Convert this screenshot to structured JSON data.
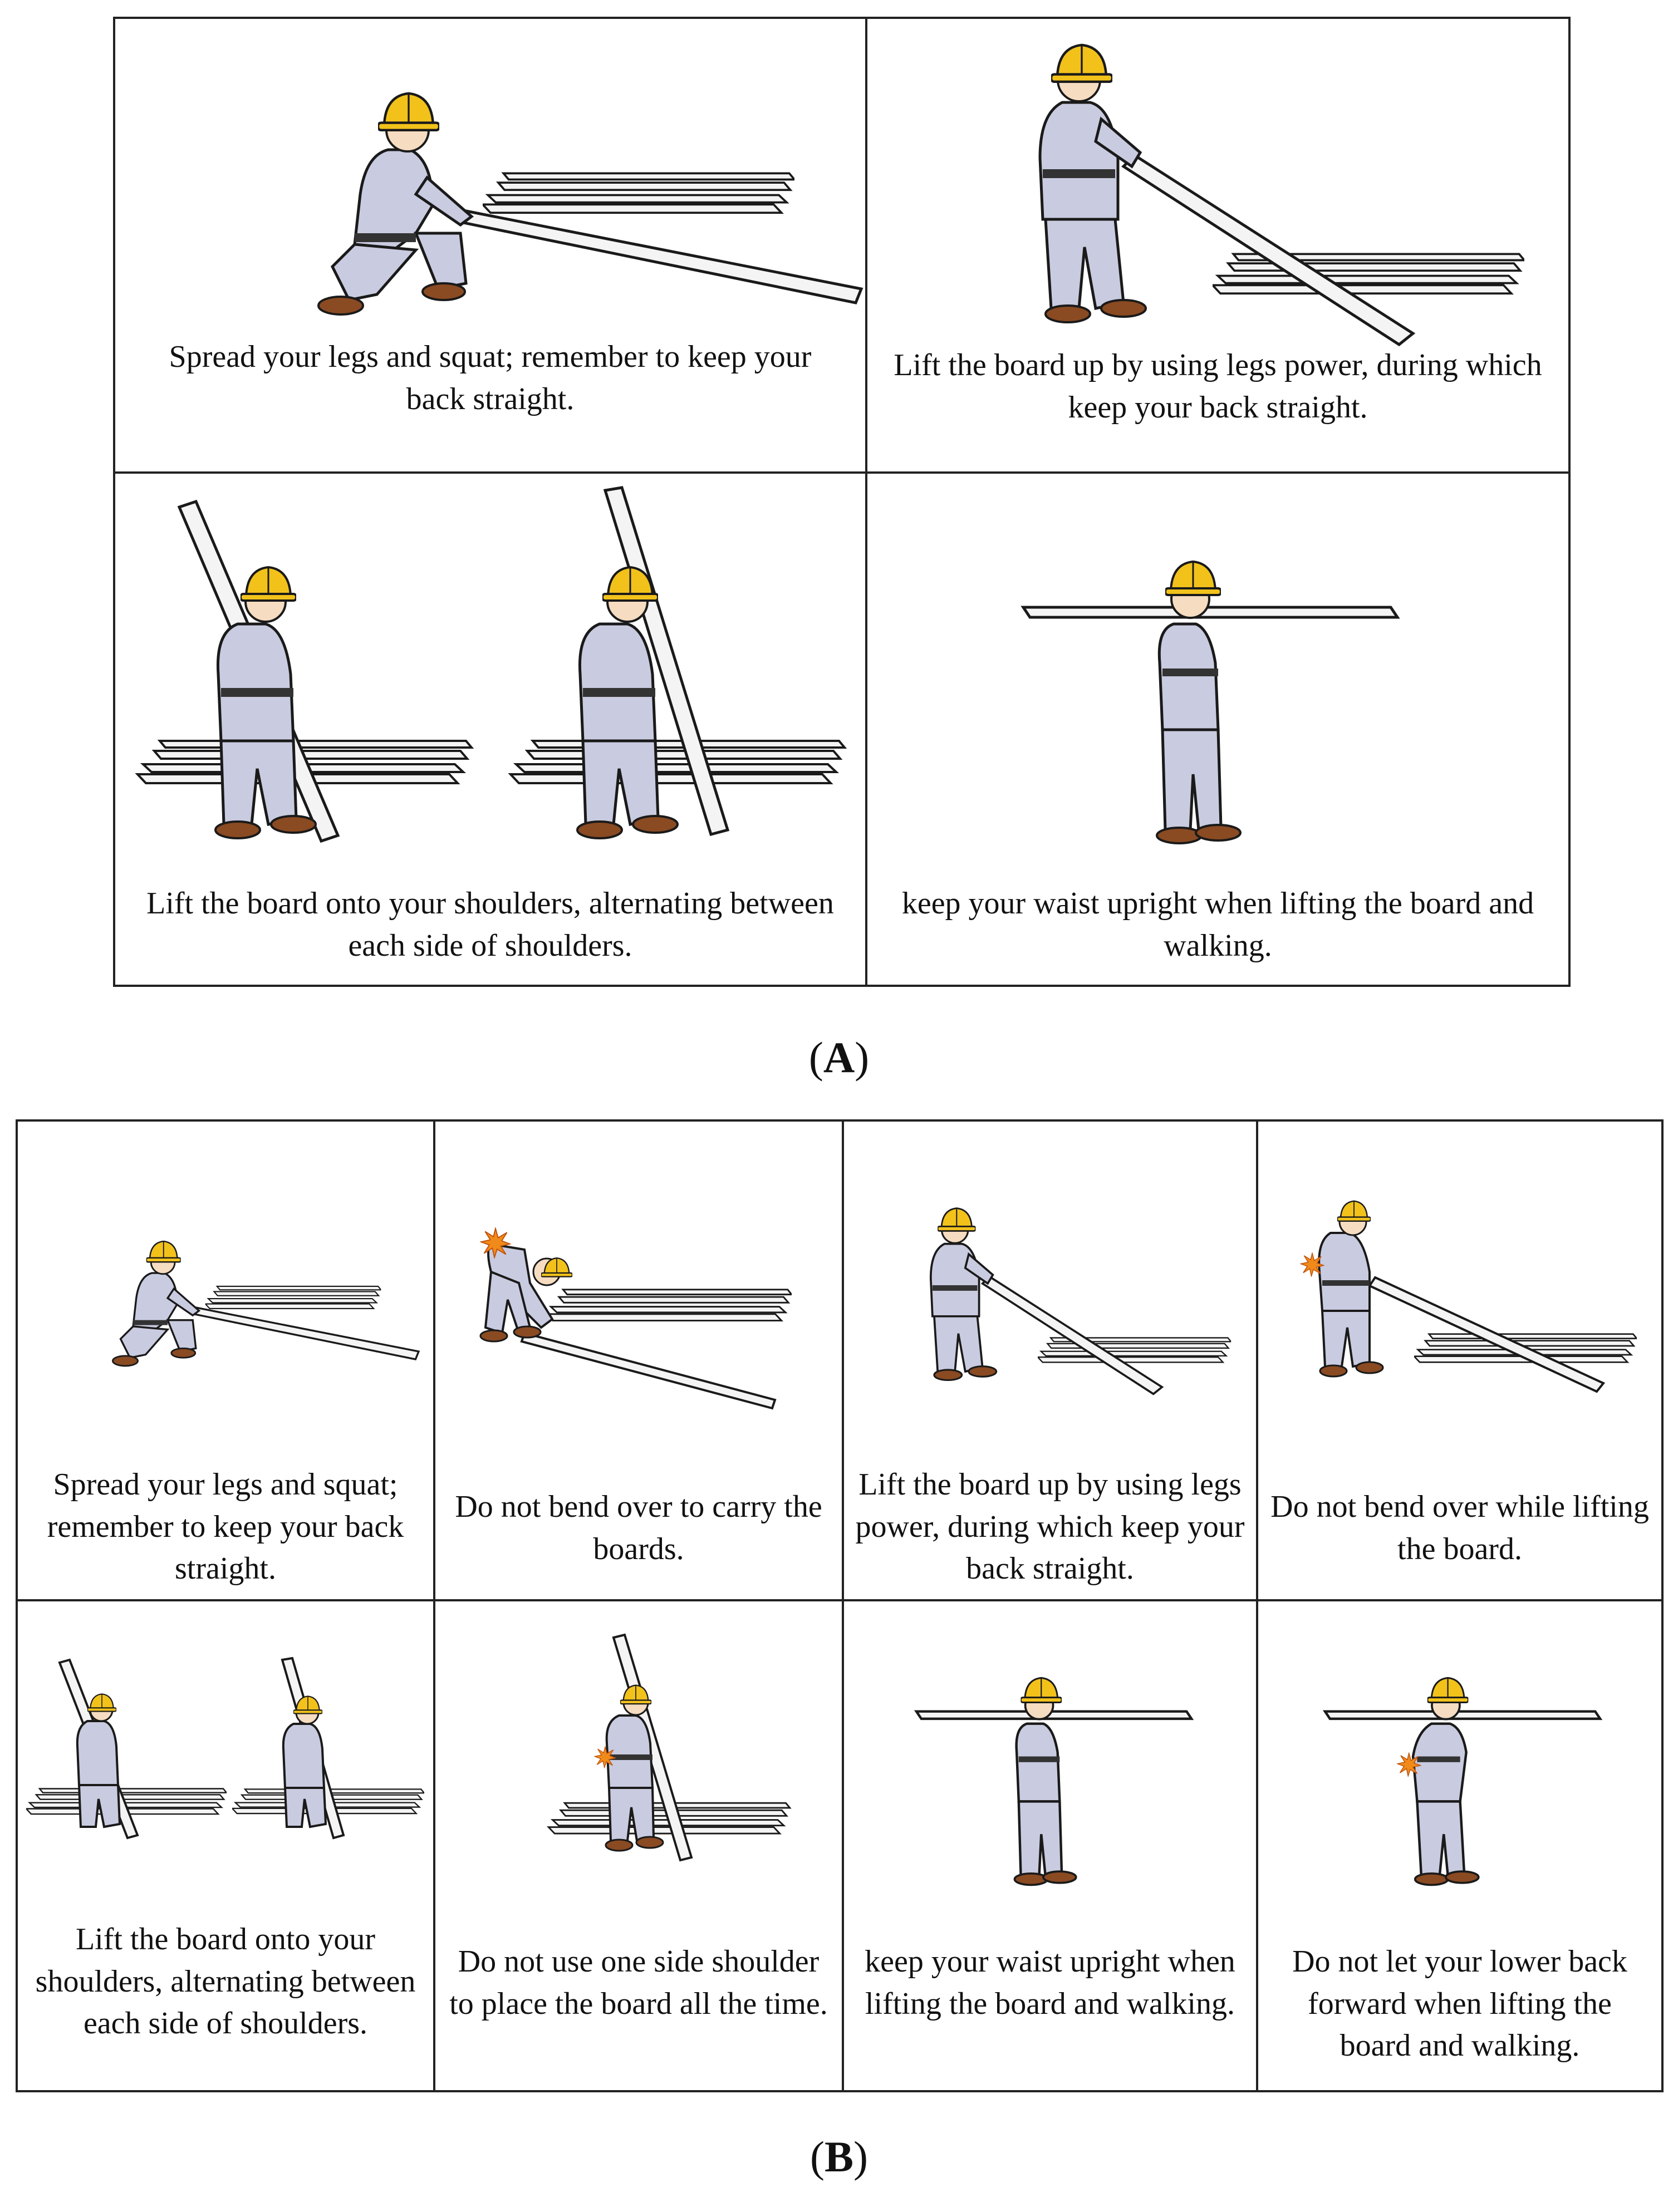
{
  "panel_a": {
    "label_open": "(",
    "label_letter": "A",
    "label_close": ")",
    "cells": [
      {
        "caption": "Spread your legs and squat; remember to keep your back straight."
      },
      {
        "caption": "Lift the board up by using legs power, during which keep your back straight."
      },
      {
        "caption": "Lift the board onto your shoulders, alternating between each side of shoulders."
      },
      {
        "caption": "keep your waist upright when lifting the board and walking."
      }
    ]
  },
  "panel_b": {
    "label_open": "(",
    "label_letter": "B",
    "label_close": ")",
    "cells": [
      {
        "caption": "Spread your legs and squat; remember to keep your back straight."
      },
      {
        "caption": "Do not bend over to carry the boards."
      },
      {
        "caption": "Lift the board up by using legs power, during which keep your back straight."
      },
      {
        "caption": "Do not bend over while lifting the board."
      },
      {
        "caption": "Lift the board onto your shoulders, alternating between each side of shoulders."
      },
      {
        "caption": "Do not use one side shoulder to place the board all the time."
      },
      {
        "caption": "keep your waist upright when lifting the board and walking."
      },
      {
        "caption": "Do not let your lower back forward when lifting the board and walking."
      }
    ]
  },
  "colors": {
    "helmet": "#f2c21b",
    "uniform": "#c9cbe0",
    "outline": "#1a1a1a",
    "board": "#f4f4f4",
    "boots": "#8a4a22",
    "pain": "#f08a1a"
  }
}
